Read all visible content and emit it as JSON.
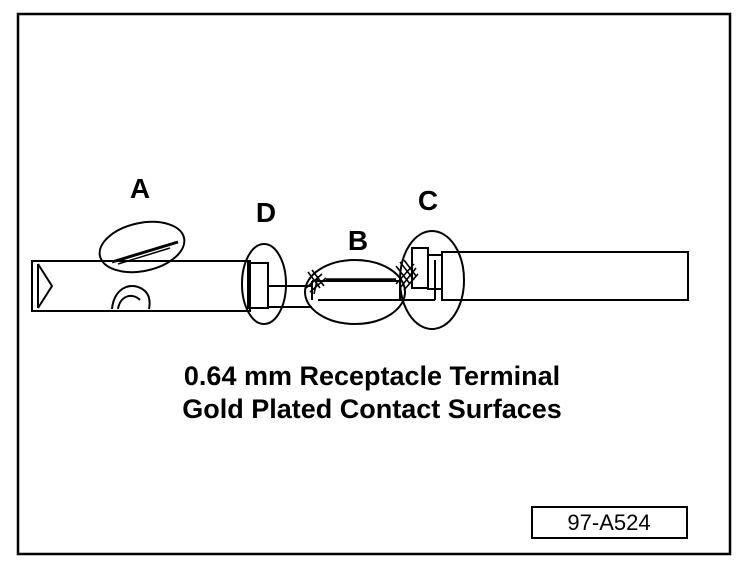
{
  "callouts": {
    "a": "A",
    "b": "B",
    "c": "C",
    "d": "D"
  },
  "caption": {
    "line1": "0.64 mm Receptacle Terminal",
    "line2": "Gold Plated Contact Surfaces"
  },
  "figure_id": "97-A524"
}
